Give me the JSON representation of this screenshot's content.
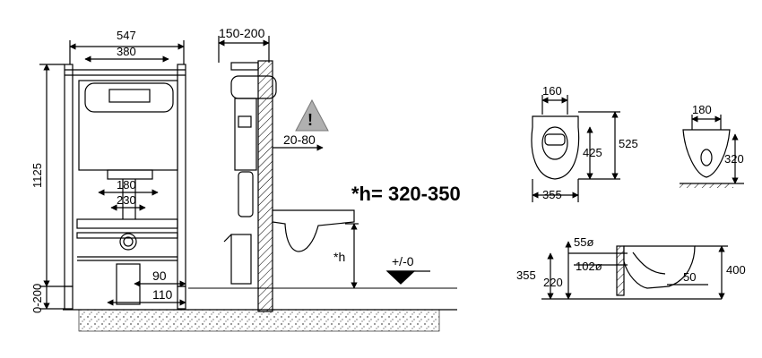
{
  "frame_front": {
    "width_total": "547",
    "width_inner": "380",
    "height_total": "1125",
    "adjust_bottom": "0-200",
    "inner_dims": [
      "180",
      "230"
    ],
    "offset_a": "90",
    "offset_b": "110"
  },
  "side_view": {
    "wall_depth": "150-200",
    "gap": "20-80",
    "h_formula": "*h= 320-350",
    "h_label": "*h",
    "level": "+/-0"
  },
  "bowl_top": {
    "seat_width": "160",
    "depth_a": "425",
    "depth_b": "525",
    "width": "355"
  },
  "bowl_front": {
    "top_width": "180",
    "height": "320"
  },
  "bowl_side": {
    "outlet_a": "55ø",
    "outlet_b": "102ø",
    "height_a": "355",
    "offset": "220",
    "height_b": "400",
    "rim": "50"
  },
  "colors": {
    "line": "#000000",
    "warning": "#b0b0b0",
    "ground": "#d0d0d0"
  }
}
